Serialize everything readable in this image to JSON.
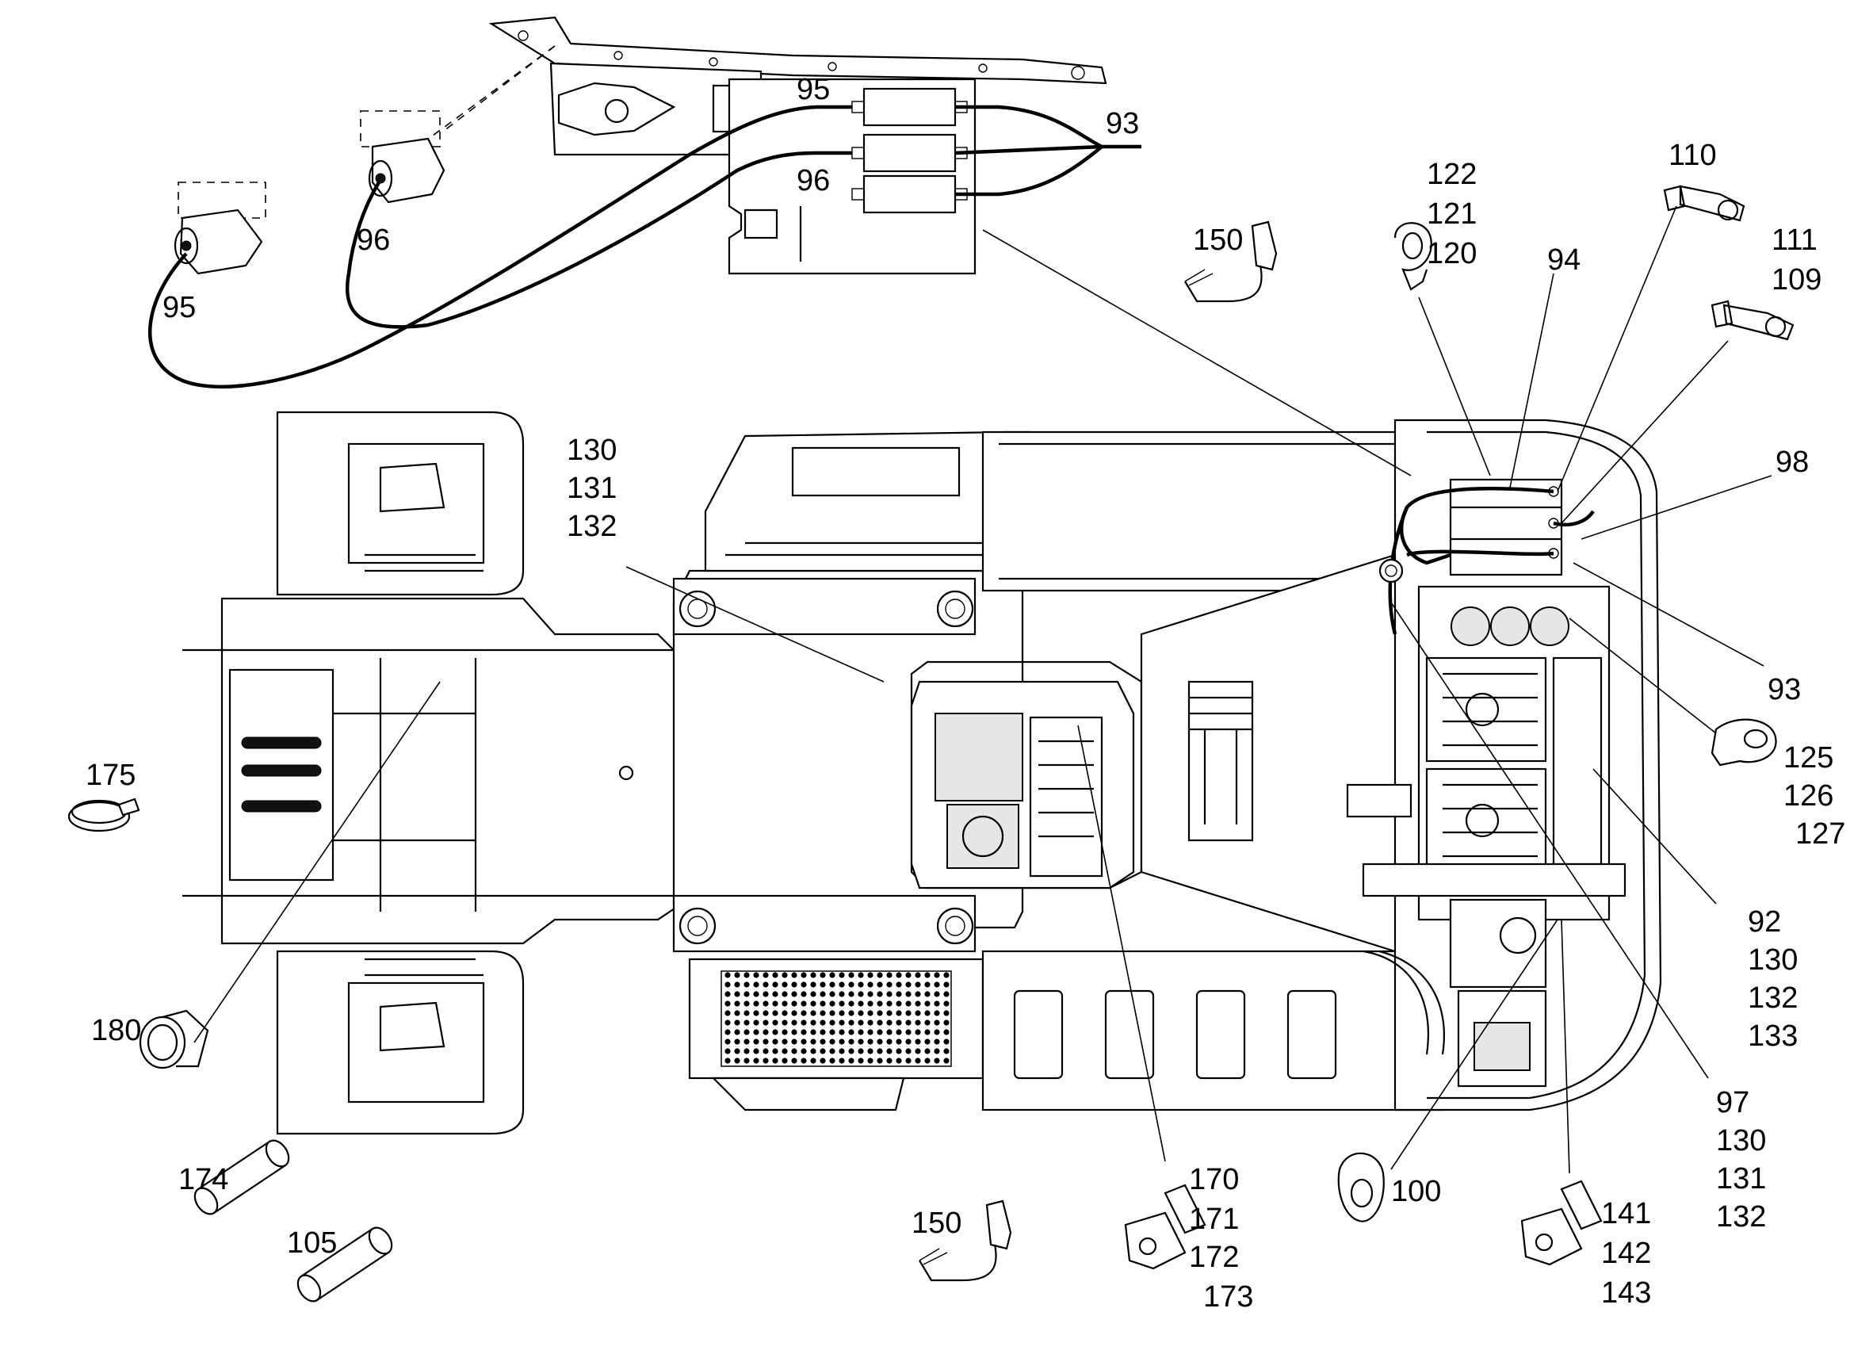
{
  "callouts": [
    {
      "id": "c93-top",
      "lines": [
        "93"
      ]
    },
    {
      "id": "c95-top",
      "lines": [
        "95"
      ]
    },
    {
      "id": "c96-top",
      "lines": [
        "96"
      ]
    },
    {
      "id": "c96-left",
      "lines": [
        "96"
      ]
    },
    {
      "id": "c95-left",
      "lines": [
        "95"
      ]
    },
    {
      "id": "c150-top",
      "lines": [
        "150"
      ]
    },
    {
      "id": "c122",
      "lines": [
        "122",
        "121",
        "120"
      ]
    },
    {
      "id": "c94",
      "lines": [
        "94"
      ]
    },
    {
      "id": "c110",
      "lines": [
        "110"
      ]
    },
    {
      "id": "c111",
      "lines": [
        "111",
        "109"
      ]
    },
    {
      "id": "c98",
      "lines": [
        "98"
      ]
    },
    {
      "id": "c93-right",
      "lines": [
        "93"
      ]
    },
    {
      "id": "c125",
      "lines": [
        "125",
        "126",
        "127"
      ]
    },
    {
      "id": "c92",
      "lines": [
        "92",
        "130",
        "132",
        "133"
      ]
    },
    {
      "id": "c97",
      "lines": [
        "97",
        "130",
        "131",
        "132"
      ]
    },
    {
      "id": "c130-top",
      "lines": [
        "130",
        "131",
        "132"
      ]
    },
    {
      "id": "c175",
      "lines": [
        "175"
      ]
    },
    {
      "id": "c180",
      "lines": [
        "180"
      ]
    },
    {
      "id": "c174",
      "lines": [
        "174"
      ]
    },
    {
      "id": "c105",
      "lines": [
        "105"
      ]
    },
    {
      "id": "c150-bottom",
      "lines": [
        "150"
      ]
    },
    {
      "id": "c170",
      "lines": [
        "170",
        "171",
        "172",
        "173"
      ]
    },
    {
      "id": "c100",
      "lines": [
        "100"
      ]
    },
    {
      "id": "c141",
      "lines": [
        "141",
        "142",
        "143"
      ]
    }
  ]
}
